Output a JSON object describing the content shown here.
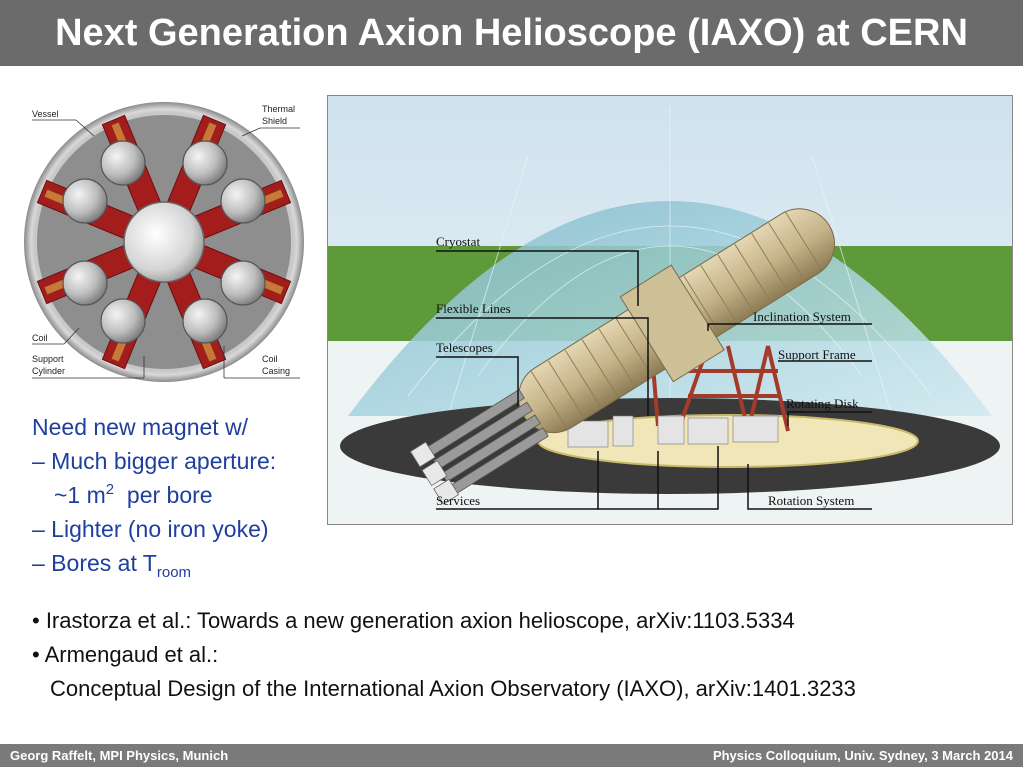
{
  "slide": {
    "title": "Next Generation Axion Helioscope (IAXO) at CERN",
    "footer_left": "Georg Raffelt, MPI Physics, Munich",
    "footer_right": "Physics Colloquium, Univ. Sydney, 3 March 2014"
  },
  "magnet_figure": {
    "labels": {
      "vessel": "Vessel",
      "thermal": "Thermal",
      "shield": "Shield",
      "coil": "Coil",
      "support": "Support",
      "cylinder": "Cylinder",
      "coil2": "Coil",
      "casing": "Casing"
    }
  },
  "helioscope_figure": {
    "labels": {
      "cryostat": "Cryostat",
      "flexible_lines": "Flexible Lines",
      "telescopes": "Telescopes",
      "inclination_system": "Inclination System",
      "support_frame": "Support Frame",
      "rotating_disk": "Rotating Disk",
      "services": "Services",
      "rotation_system": "Rotation System"
    }
  },
  "magnet_text": {
    "line1": "Need new magnet w/",
    "line2": "– Much bigger aperture:",
    "line3_prefix": "~1 m",
    "line3_sup": "2",
    "line3_suffix": "  per bore",
    "line4": "– Lighter (no iron yoke)",
    "line5_prefix": "– Bores at T",
    "line5_sub": "room"
  },
  "references": {
    "ref1": "• Irastorza et al.: Towards a new generation axion helioscope, arXiv:1103.5334",
    "ref2": "• Armengaud et al.:",
    "ref2_cont": "Conceptual Design of the International Axion Observatory (IAXO), arXiv:1401.3233"
  }
}
